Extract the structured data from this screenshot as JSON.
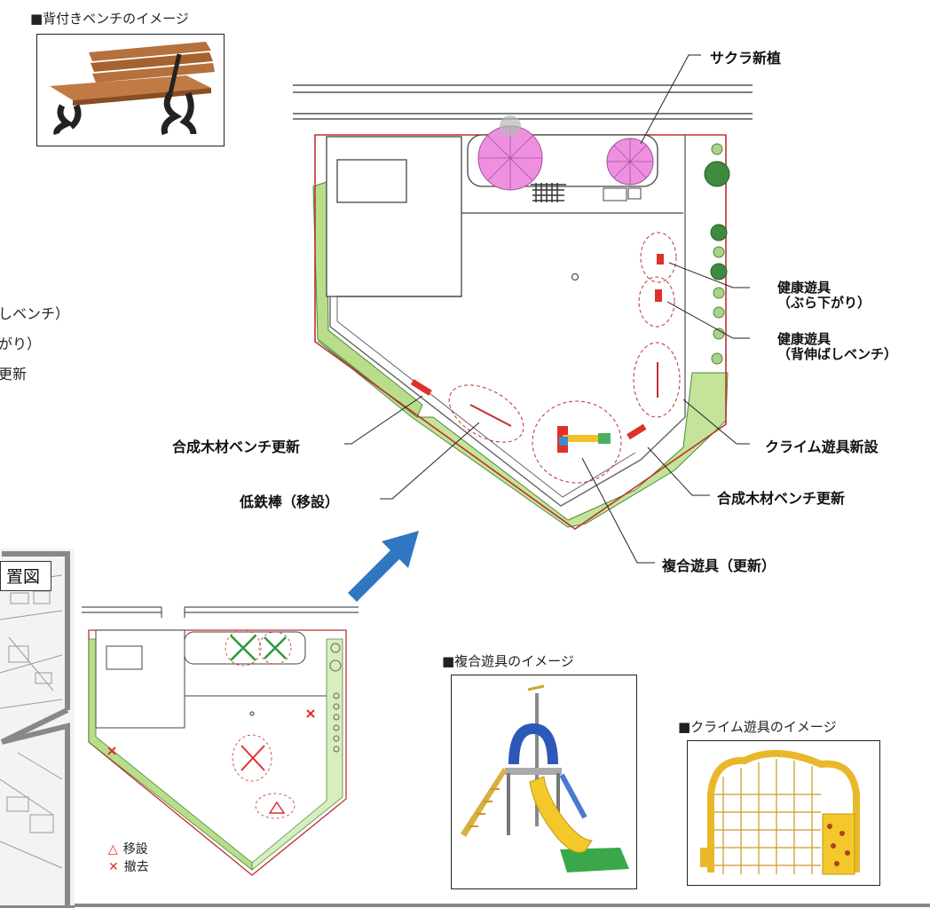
{
  "captions": {
    "bench_image": "■背付きベンチのイメージ",
    "combo_image": "■複合遊具のイメージ",
    "climb_image": "■クライム遊具のイメージ"
  },
  "labels": {
    "sakura": "サクラ新植",
    "kenko1_line1": "健康遊具",
    "kenko1_line2": "（ぶら下がり）",
    "kenko2_line1": "健康遊具",
    "kenko2_line2": "（背伸ばしベンチ）",
    "climb_new": "クライム遊具新設",
    "bench_renew_right": "合成木材ベンチ更新",
    "bench_renew_left": "合成木材ベンチ更新",
    "low_bar": "低鉄棒（移設）",
    "combo_renew": "複合遊具（更新）"
  },
  "left_fragments": {
    "line1": "しベンチ）",
    "line2": "がり）",
    "line3": "更新",
    "location_map": "置図"
  },
  "legend": {
    "move_symbol": "△",
    "move_label": "移設",
    "remove_symbol": "✕",
    "remove_label": "撤去"
  },
  "colors": {
    "accent_red": "#e0302a",
    "planting_green": "#b9dd8a",
    "sakura_pink": "#ef8fe0",
    "arrow_blue": "#2f77c0",
    "tree_green": "#3e8a3e"
  }
}
